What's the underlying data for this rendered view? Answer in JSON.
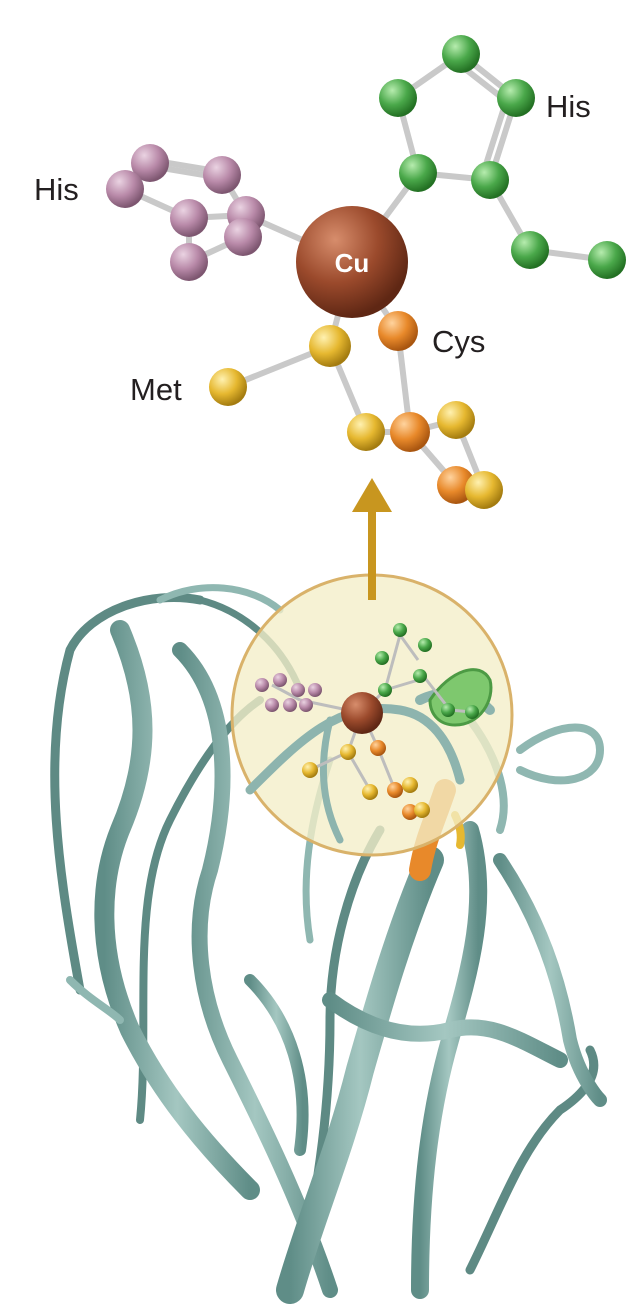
{
  "labels": {
    "his_left": "His",
    "his_right": "His",
    "cu": "Cu",
    "cys": "Cys",
    "met": "Met"
  },
  "colors": {
    "his_pink": "#b98aa9",
    "his_green": "#4aa84a",
    "copper": "#9b4a2c",
    "cys_orange": "#e8892a",
    "met_yellow": "#e6b830",
    "ribbon": "#86b0aa",
    "arrow": "#c8961f",
    "zoom_fill": "#f3eec8",
    "zoom_border": "#d9b26a"
  }
}
